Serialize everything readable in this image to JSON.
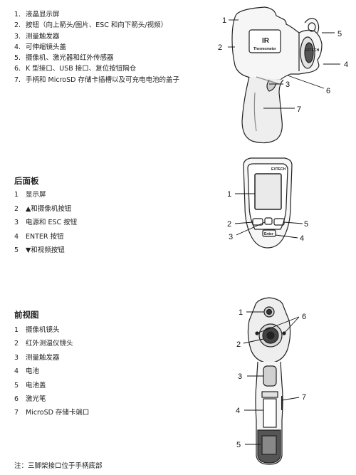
{
  "side": {
    "items": [
      {
        "num": "1.",
        "text": "液晶显示屏"
      },
      {
        "num": "2.",
        "text": "按钮（向上箭头/图片、ESC 和向下箭头/视频）"
      },
      {
        "num": "3.",
        "text": "测量触发器"
      },
      {
        "num": "4.",
        "text": "可伸缩镜头盖"
      },
      {
        "num": "5.",
        "text": "摄像机、激光器和红外传感器"
      },
      {
        "num": "6.",
        "text": "K 型接口、USB 接口、复位按钮隔仓"
      },
      {
        "num": "7.",
        "text": "手柄和 MicroSD 存储卡插槽以及可充电电池的盖子"
      }
    ],
    "callouts": [
      "1",
      "2",
      "3",
      "4",
      "5",
      "6",
      "7"
    ],
    "device_text": {
      "brand": "EXTECH",
      "model": "IR",
      "sub": "Thermometer"
    }
  },
  "rear": {
    "title": "后面板",
    "items": [
      {
        "num": "1",
        "text": "显示屏"
      },
      {
        "num": "2",
        "text": "▲和摄像机按钮"
      },
      {
        "num": "3",
        "text": "电源和 ESC 按钮"
      },
      {
        "num": "4",
        "text": "ENTER 按钮"
      },
      {
        "num": "5",
        "text": "▼和视频按钮"
      }
    ],
    "callouts": [
      "1",
      "2",
      "3",
      "4",
      "5"
    ],
    "device_text": {
      "brand": "EXTECH",
      "enter": "Enter"
    }
  },
  "front": {
    "title": "前视图",
    "items": [
      {
        "num": "1",
        "text": "摄像机镜头"
      },
      {
        "num": "2",
        "text": "红外测温仪镜头"
      },
      {
        "num": "3",
        "text": "测量触发器"
      },
      {
        "num": "4",
        "text": "电池"
      },
      {
        "num": "5",
        "text": "电池盖"
      },
      {
        "num": "6",
        "text": "激光笔"
      },
      {
        "num": "7",
        "text": "MicroSD 存储卡端口"
      }
    ],
    "callouts": [
      "1",
      "2",
      "3",
      "4",
      "5",
      "6",
      "7"
    ]
  },
  "note": "注：三脚架接口位于手柄底部"
}
